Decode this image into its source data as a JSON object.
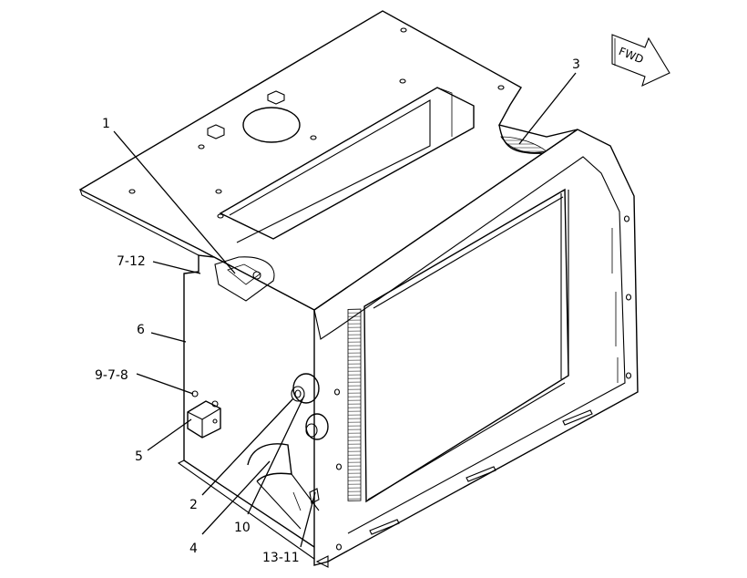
{
  "direction_arrow": {
    "label": "FWD"
  },
  "callouts": [
    {
      "id": "c1",
      "text": "1"
    },
    {
      "id": "c3",
      "text": "3"
    },
    {
      "id": "c7-12",
      "text": "7-12"
    },
    {
      "id": "c6",
      "text": "6"
    },
    {
      "id": "c9-7-8",
      "text": "9-7-8"
    },
    {
      "id": "c5",
      "text": "5"
    },
    {
      "id": "c2",
      "text": "2"
    },
    {
      "id": "c4",
      "text": "4"
    },
    {
      "id": "c10",
      "text": "10"
    },
    {
      "id": "c13-11",
      "text": "13-11"
    }
  ]
}
